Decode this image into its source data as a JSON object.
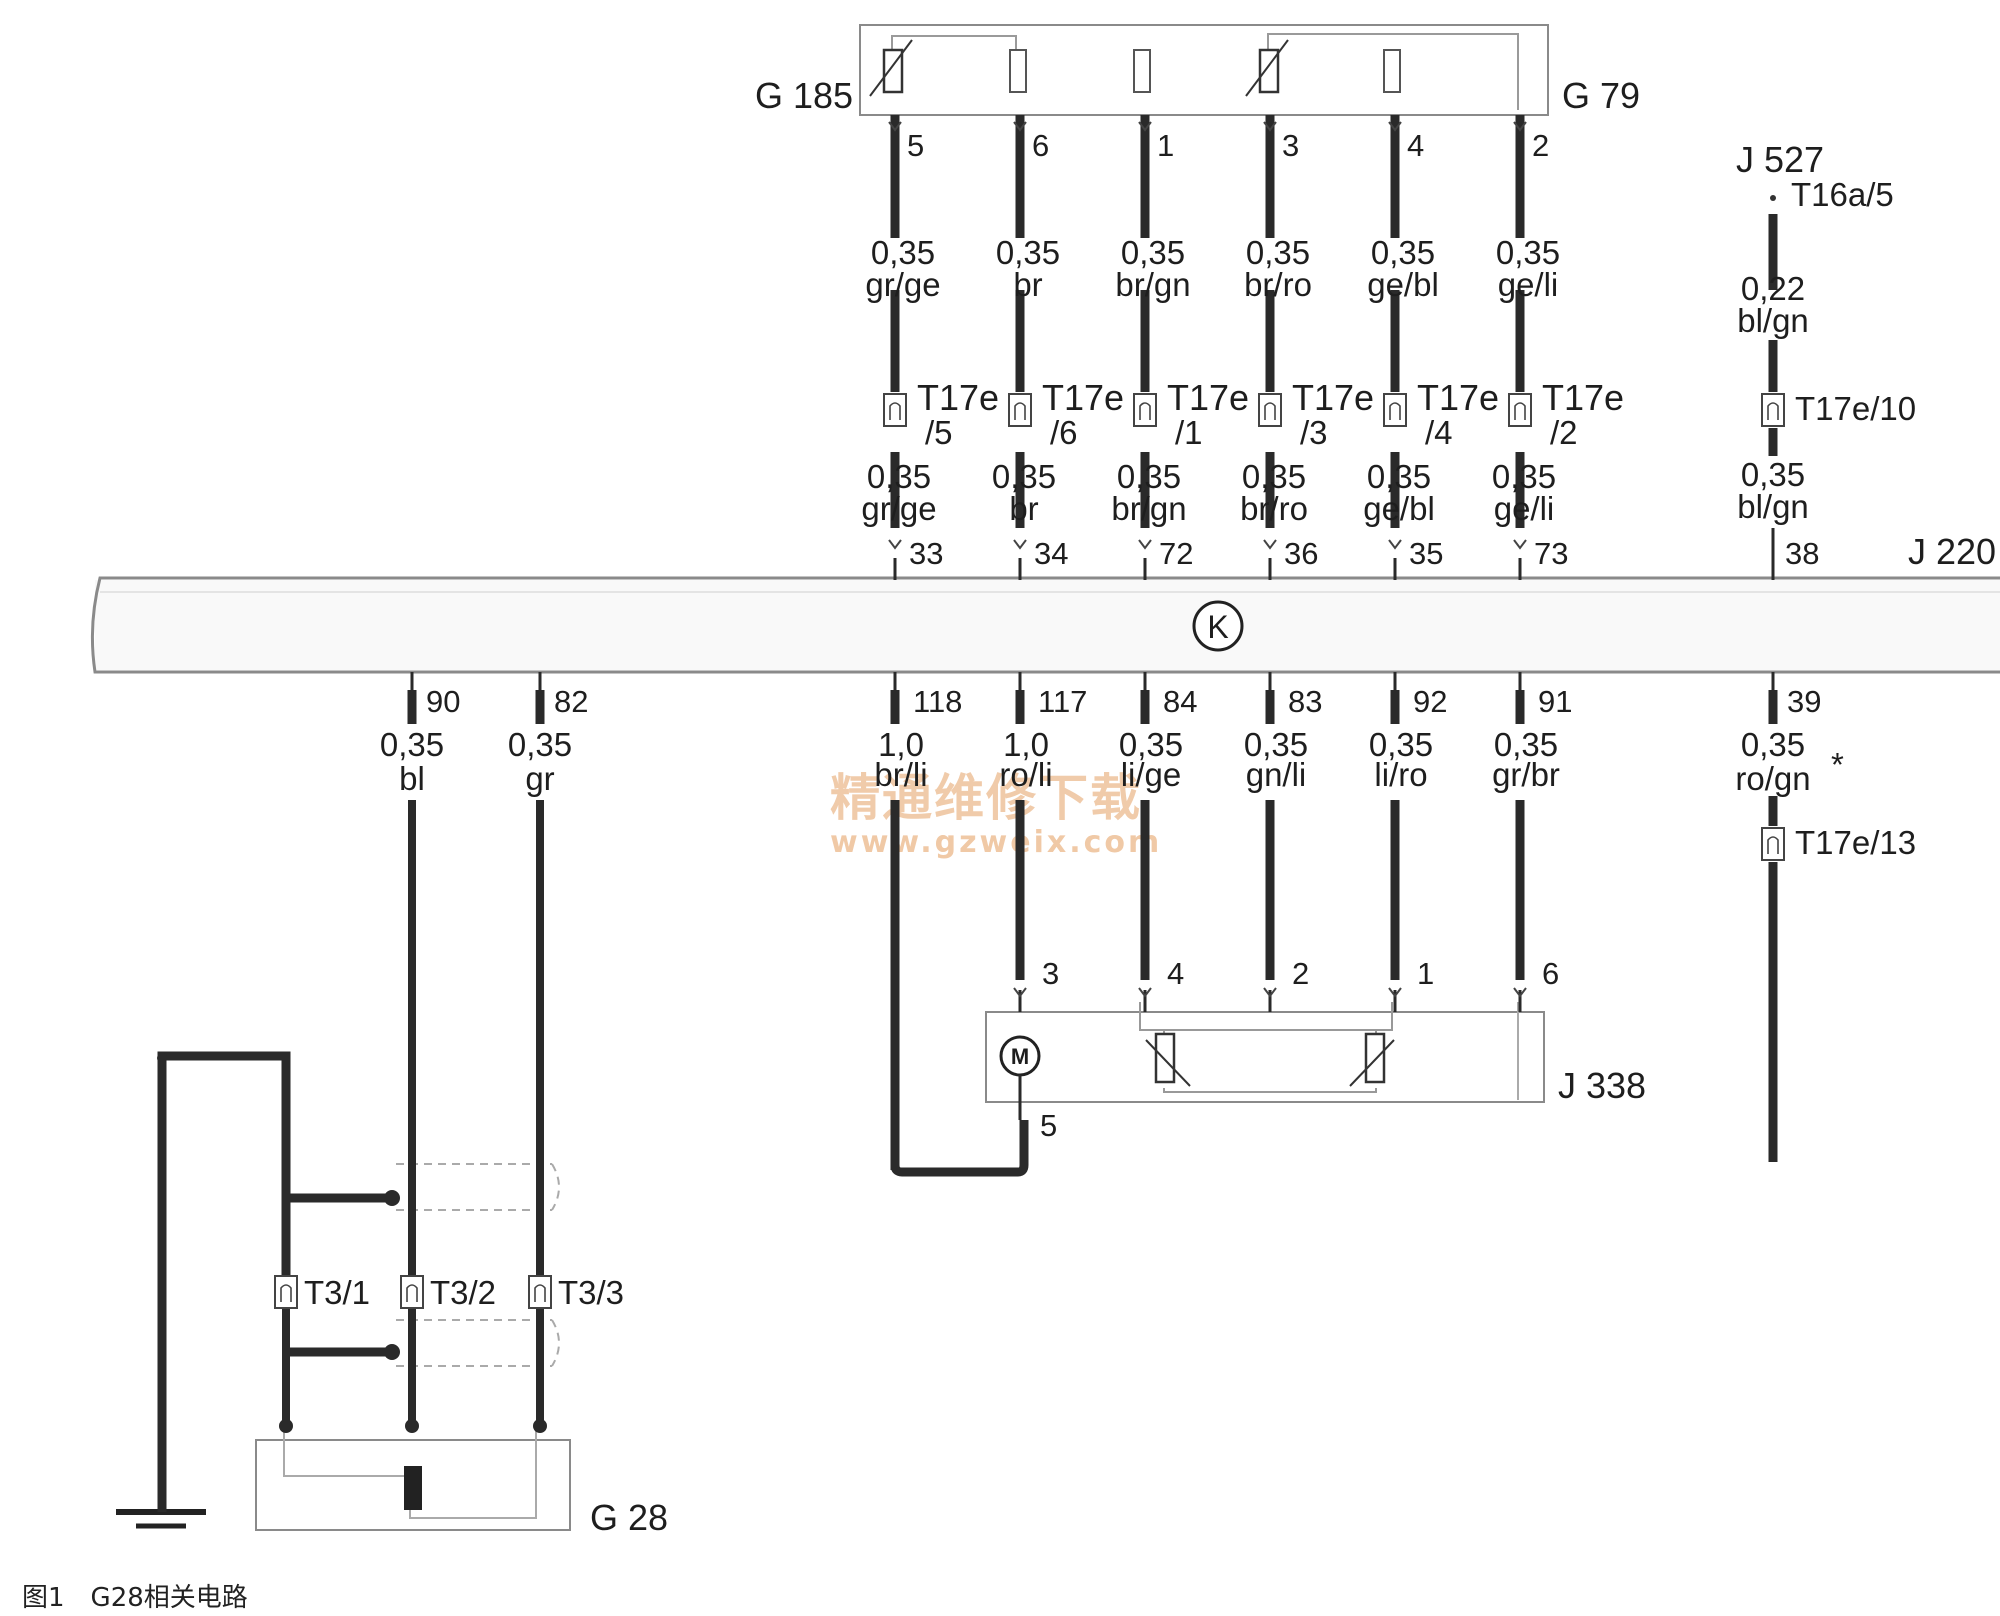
{
  "components": {
    "g185": "G 185",
    "g79": "G 79",
    "j527": "J 527",
    "j220": "J 220",
    "j338": "J 338",
    "g28": "G 28"
  },
  "ecu_symbol": "K",
  "top_wires": [
    {
      "pin_top": "5",
      "gauge1": "0,35",
      "color1": "gr/ge",
      "conn_a": "T17e",
      "conn_b": "/5",
      "gauge2": "0,35",
      "color2": "gr/ge",
      "ecu_pin": "33"
    },
    {
      "pin_top": "6",
      "gauge1": "0,35",
      "color1": "br",
      "conn_a": "T17e",
      "conn_b": "/6",
      "gauge2": "0,35",
      "color2": "br",
      "ecu_pin": "34"
    },
    {
      "pin_top": "1",
      "gauge1": "0,35",
      "color1": "br/gn",
      "conn_a": "T17e",
      "conn_b": "/1",
      "gauge2": "0,35",
      "color2": "br/gn",
      "ecu_pin": "72"
    },
    {
      "pin_top": "3",
      "gauge1": "0,35",
      "color1": "br/ro",
      "conn_a": "T17e",
      "conn_b": "/3",
      "gauge2": "0,35",
      "color2": "br/ro",
      "ecu_pin": "36"
    },
    {
      "pin_top": "4",
      "gauge1": "0,35",
      "color1": "ge/bl",
      "conn_a": "T17e",
      "conn_b": "/4",
      "gauge2": "0,35",
      "color2": "ge/bl",
      "ecu_pin": "35"
    },
    {
      "pin_top": "2",
      "gauge1": "0,35",
      "color1": "ge/li",
      "conn_a": "T17e",
      "conn_b": "/2",
      "gauge2": "0,35",
      "color2": "ge/li",
      "ecu_pin": "73"
    }
  ],
  "j527_wire": {
    "conn_top": "T16a/5",
    "gauge1": "0,22",
    "color1": "bl/gn",
    "conn_mid": "T17e/10",
    "gauge2": "0,35",
    "color2": "bl/gn",
    "ecu_pin": "38"
  },
  "bottom_wires": [
    {
      "ecu_pin": "118",
      "gauge": "1,0",
      "color": "br/li"
    },
    {
      "ecu_pin": "117",
      "gauge": "1,0",
      "color": "ro/li",
      "pin_j338": "3"
    },
    {
      "ecu_pin": "84",
      "gauge": "0,35",
      "color": "li/ge",
      "pin_j338": "4"
    },
    {
      "ecu_pin": "83",
      "gauge": "0,35",
      "color": "gn/li",
      "pin_j338": "2"
    },
    {
      "ecu_pin": "92",
      "gauge": "0,35",
      "color": "li/ro",
      "pin_j338": "1"
    },
    {
      "ecu_pin": "91",
      "gauge": "0,35",
      "color": "gr/br",
      "pin_j338": "6"
    }
  ],
  "j338_pin5": "5",
  "motor_symbol": "M",
  "right_bottom_wire": {
    "ecu_pin": "39",
    "gauge": "0,35",
    "color": "ro/gn",
    "mark": "*",
    "conn": "T17e/13"
  },
  "g28_wires": [
    {
      "ecu_pin": "90",
      "gauge": "0,35",
      "color": "bl"
    },
    {
      "ecu_pin": "82",
      "gauge": "0,35",
      "color": "gr"
    }
  ],
  "g28_connectors": [
    "T3/1",
    "T3/2",
    "T3/3"
  ],
  "watermark": {
    "cn": "精通维修下载",
    "url": "www.gzweix.com"
  },
  "caption": "图1　G28相关电路",
  "colors": {
    "wire": "#2a2a2a",
    "box": "#8a8a8a",
    "watermark": "#f0c9a6"
  }
}
